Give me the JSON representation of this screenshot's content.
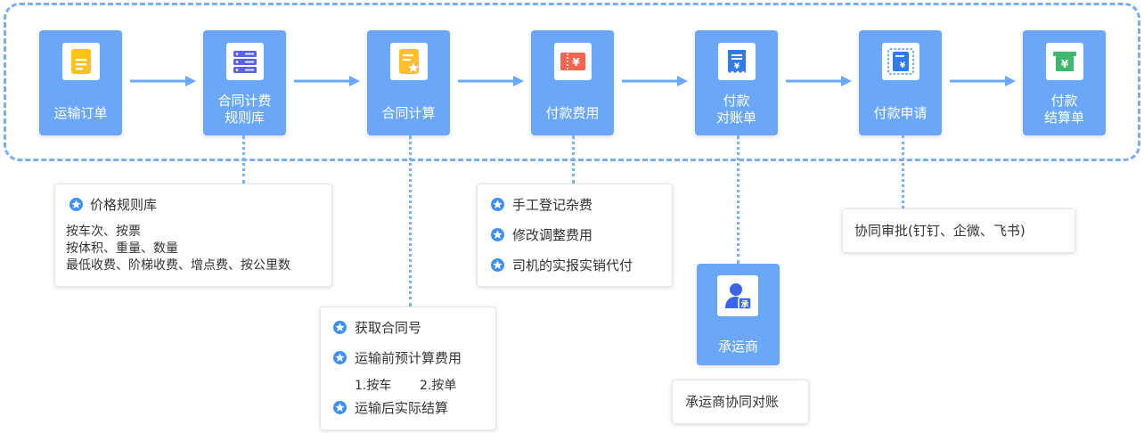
{
  "steps": [
    {
      "label": "运输订单",
      "icon": "document-icon"
    },
    {
      "label": "合同计费\n规则库",
      "icon": "database-icon"
    },
    {
      "label": "合同计算",
      "icon": "contract-star-icon"
    },
    {
      "label": "付款费用",
      "icon": "yuan-ticket-icon"
    },
    {
      "label": "付款\n对账单",
      "icon": "receipt-icon"
    },
    {
      "label": "付款申请",
      "icon": "payment-request-icon"
    },
    {
      "label": "付款\n结算单",
      "icon": "yuan-cashier-icon"
    }
  ],
  "pricing_card": {
    "title": "价格规则库",
    "lines": [
      "按车次、按票",
      "按体积、重量、数量",
      "最低收费、阶梯收费、增点费、按公里数"
    ]
  },
  "calc_card": {
    "items": [
      "获取合同号",
      "运输前预计算费用",
      "运输后实际结算"
    ],
    "sub_a": "1.按车",
    "sub_b": "2.按单"
  },
  "fee_card": {
    "items": [
      "手工登记杂费",
      "修改调整费用",
      "司机的实报实销代付"
    ]
  },
  "carrier": {
    "label": "承运商",
    "icon": "carrier-person-icon",
    "badge": "承"
  },
  "carrier_card": {
    "text": "承运商协同对账"
  },
  "approval_card": {
    "text": "协同审批(钉钉、企微、飞书)"
  },
  "colors": {
    "step_bg": "#6aa8f7",
    "frame": "#78aef4",
    "star": "#3d8ff5",
    "arrow": "#6aa8f7"
  }
}
